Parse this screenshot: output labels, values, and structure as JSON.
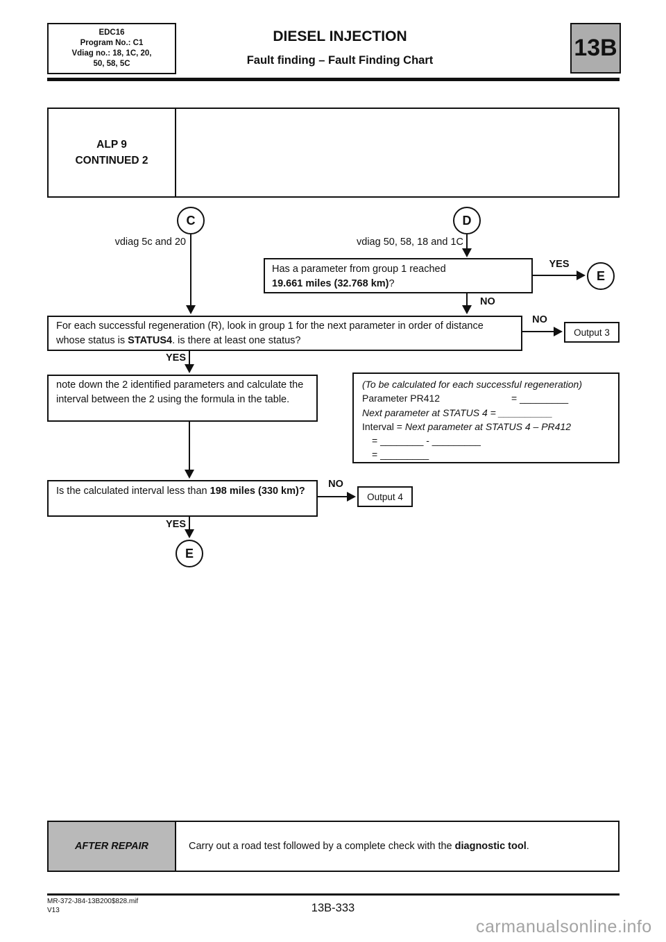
{
  "header": {
    "info_line1": "EDC16",
    "info_line2": "Program No.: C1",
    "info_line3": "Vdiag no.: 18, 1C, 20,",
    "info_line4": "50, 58, 5C",
    "title": "DIESEL INJECTION",
    "subtitle": "Fault finding – Fault Finding Chart",
    "section_code": "13B"
  },
  "alp_box": {
    "line1": "ALP 9",
    "line2": "CONTINUED 2"
  },
  "flow": {
    "connector_c": "C",
    "connector_d": "D",
    "connector_e": "E",
    "vdiag_left": "vdiag 5c and 20",
    "vdiag_right": "vdiag 50, 58, 18 and 1C",
    "yes": "YES",
    "no": "NO",
    "q1_text": "Has a parameter from group 1 reached",
    "q1_bold": "19.661 miles (32.768 km)",
    "q1_suffix": "?",
    "q2_pre": "For each successful regeneration (R), look in group 1 for the next parameter in order of distance whose status is ",
    "q2_bold": "STATUS4",
    "q2_post": ". is there at least one status?",
    "note_text": "note down the 2 identified parameters and calculate the interval between the 2 using the formula in the table.",
    "calc": {
      "line1": "(To be calculated for each successful regeneration)",
      "line2_label": "Parameter PR412",
      "line2_eq": "= _________",
      "line3": "Next parameter at STATUS 4 = __________",
      "line4_pre": "Interval = ",
      "line4_it": "Next parameter at STATUS 4 – PR412",
      "line5": "= ________ - _________",
      "line6": "= _________"
    },
    "q3_pre": "Is the calculated interval less than ",
    "q3_bold1": "198 miles",
    "q3_bold2": "(330 km)?",
    "output3": "Output 3",
    "output4": "Output 4"
  },
  "after_repair": {
    "label": "AFTER REPAIR",
    "text_pre": "Carry out a road test followed by a complete check with the ",
    "text_bold": "diagnostic tool",
    "text_post": "."
  },
  "footer": {
    "ref": "MR-372-J84-13B200$828.mif",
    "version": "V13",
    "page_number": "13B-333",
    "watermark": "carmanualsonline.info"
  }
}
